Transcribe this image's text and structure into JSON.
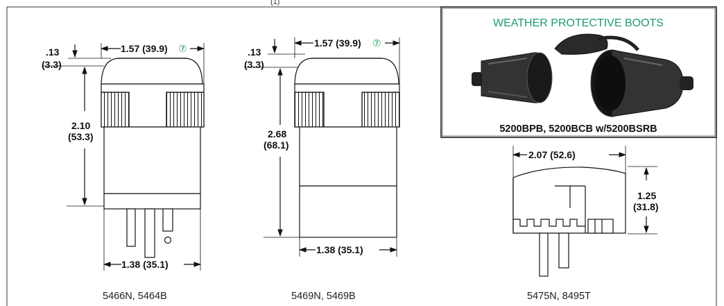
{
  "header_mark": "(1)",
  "plug1": {
    "dim_top_width_value": "1.57 (39.9)",
    "dim_top_width_note": "⑦",
    "dim_cap_in": ".13",
    "dim_cap_mm": "(3.3)",
    "dim_height_in": "2.10",
    "dim_height_mm": "(53.3)",
    "dim_base_width": "1.38 (35.1)",
    "caption": "5466N, 5464B"
  },
  "plug2": {
    "dim_top_width_value": "1.57 (39.9)",
    "dim_top_width_note": "⑦",
    "dim_cap_in": ".13",
    "dim_cap_mm": "(3.3)",
    "dim_height_in": "2.68",
    "dim_height_mm": "(68.1)",
    "dim_base_width": "1.38 (35.1)",
    "caption": "5469N, 5469B"
  },
  "boots": {
    "title": "WEATHER PROTECTIVE BOOTS",
    "caption": "5200BPB, 5200BCB w/5200BSRB"
  },
  "plug3": {
    "dim_width": "2.07 (52.6)",
    "dim_height_in": "1.25",
    "dim_height_mm": "(31.8)",
    "caption": "5475N, 8495T"
  },
  "colors": {
    "accent_green": "#1d9b6c",
    "line": "#111111"
  }
}
